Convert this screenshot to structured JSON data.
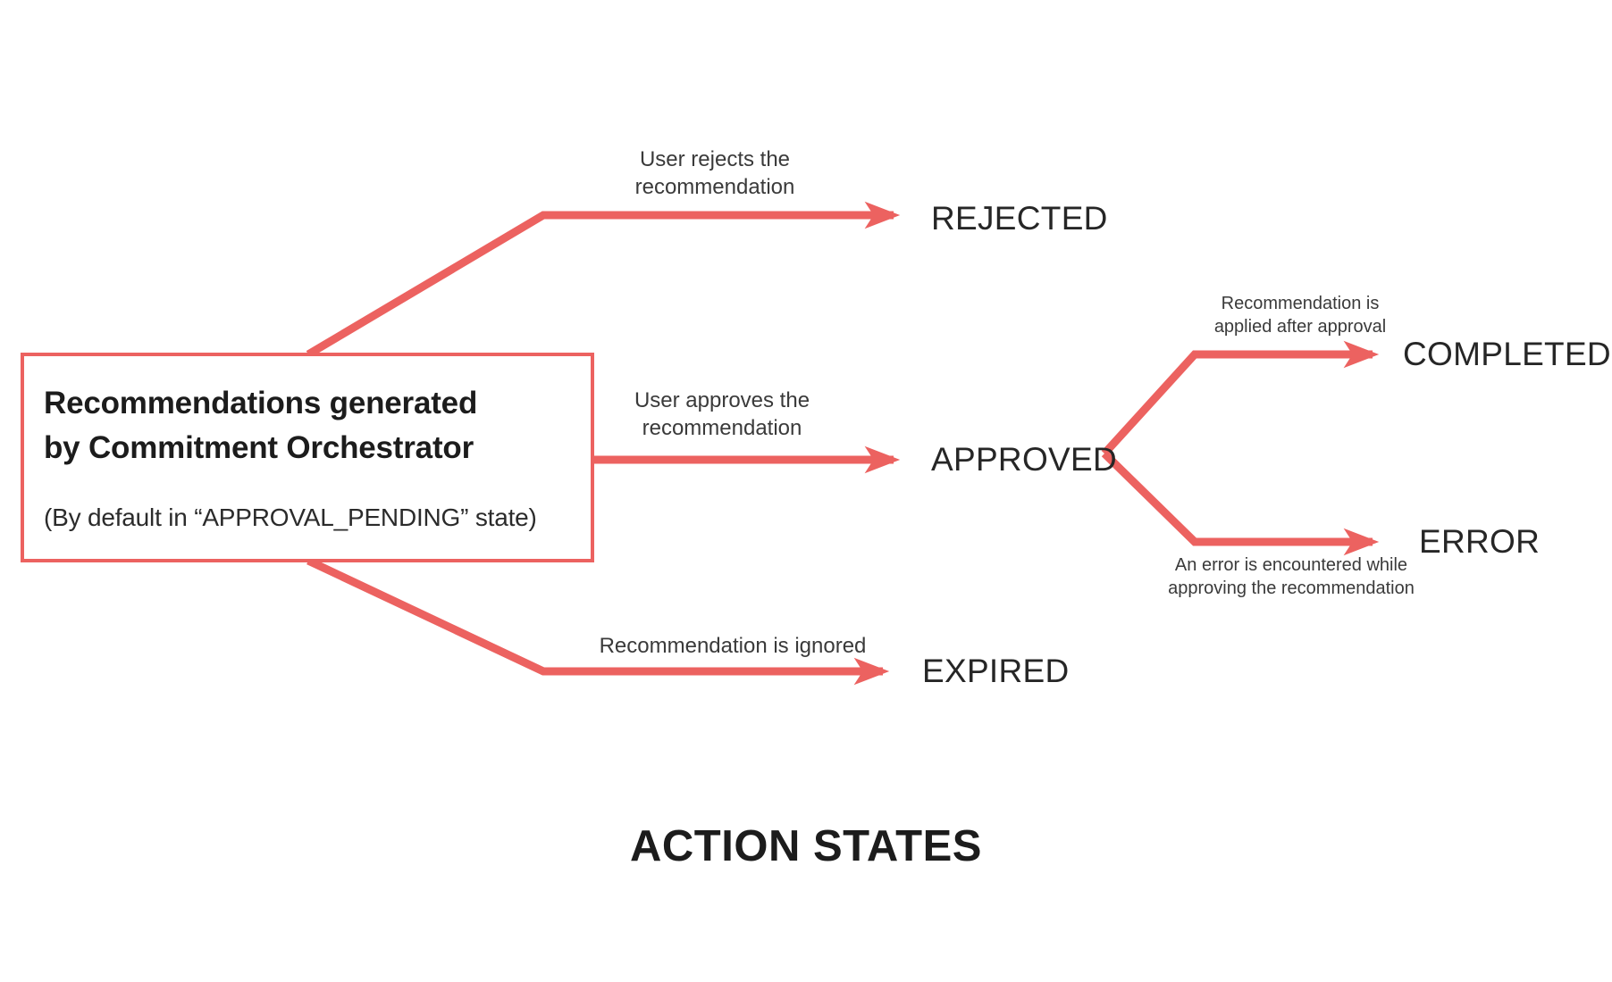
{
  "diagram": {
    "caption": "ACTION STATES",
    "accent_color": "#ec6260",
    "text_color": "#262626",
    "background_color": "#ffffff",
    "source": {
      "title_line1": "Recommendations generated",
      "title_line2": "by Commitment Orchestrator",
      "subtitle": "(By default in “APPROVAL_PENDING” state)"
    },
    "states": [
      {
        "id": "rejected",
        "label": "REJECTED"
      },
      {
        "id": "approved",
        "label": "APPROVED"
      },
      {
        "id": "expired",
        "label": "EXPIRED"
      },
      {
        "id": "completed",
        "label": "COMPLETED"
      },
      {
        "id": "error",
        "label": "ERROR"
      }
    ],
    "transitions": [
      {
        "id": "to-rejected",
        "from": "source",
        "to": "rejected",
        "label_line1": "User rejects the",
        "label_line2": "recommendation"
      },
      {
        "id": "to-approved",
        "from": "source",
        "to": "approved",
        "label_line1": "User approves the",
        "label_line2": "recommendation"
      },
      {
        "id": "to-expired",
        "from": "source",
        "to": "expired",
        "label_line1": "Recommendation is ignored",
        "label_line2": ""
      },
      {
        "id": "to-completed",
        "from": "approved",
        "to": "completed",
        "label_line1": "Recommendation is",
        "label_line2": "applied after approval"
      },
      {
        "id": "to-error",
        "from": "approved",
        "to": "error",
        "label_line1": "An error is encountered while",
        "label_line2": "approving the recommendation"
      }
    ]
  }
}
